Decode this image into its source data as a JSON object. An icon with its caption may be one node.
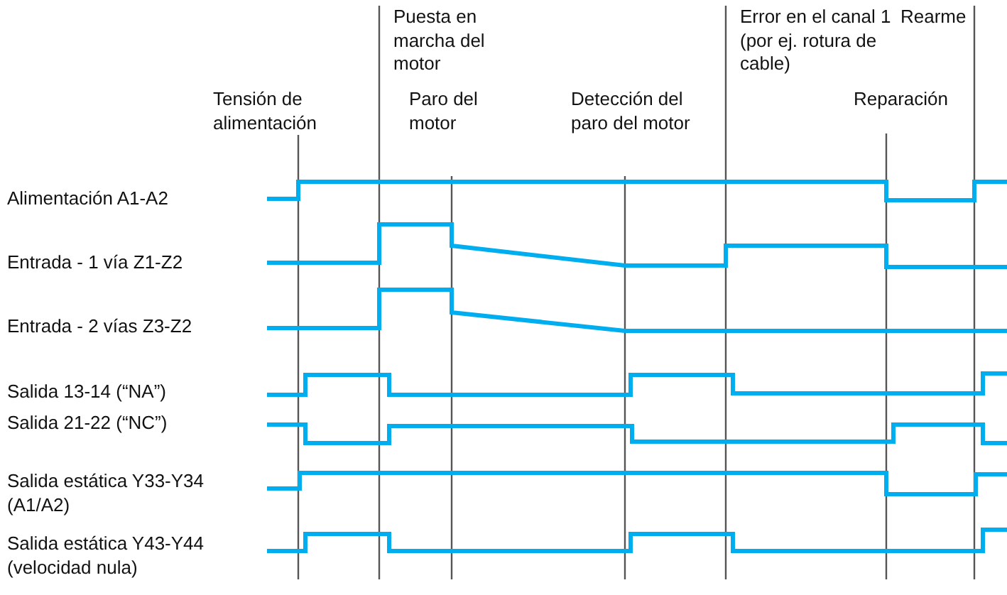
{
  "diagram": {
    "labels": [
      "Puesta en marcha del motor",
      "Error en el canal 1 (por ej. rotura de cable)",
      "Rearme",
      "Tensión de alimentación",
      "Paro del motor",
      "Detección del paro del motor",
      "Reparación",
      "Alimentación A1-A2",
      "Entrada - 1 vía Z1-Z2",
      "Entrada - 2 vías Z3-Z2",
      "Salida 13-14 (“NA”)",
      "Salida 21-22 (“NC”)",
      "Salida estática Y33-Y34 (A1/A2)",
      "Salida estática Y43-Y44 (velocidad nula)"
    ]
  }
}
